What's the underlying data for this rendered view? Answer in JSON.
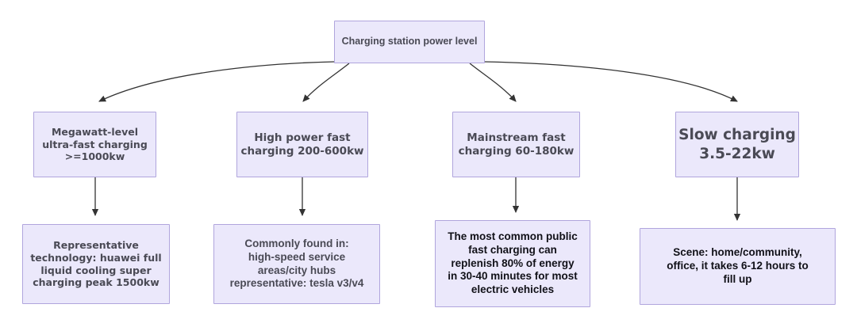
{
  "diagram": {
    "type": "flowchart",
    "direction": "top-down",
    "background_color": "#ffffff",
    "node_fill_color": "#ebe8fb",
    "node_border_color": "#b0a5dd",
    "node_text_color": "#4a4a55",
    "edge_color": "#333333",
    "root": {
      "id": "root",
      "label": "Charging station power level"
    },
    "levels": [
      {
        "name": "power-tiers",
        "nodes": [
          {
            "id": "megawatt",
            "label": "Megawatt-level\nultra-fast charging\n>=1000kw"
          },
          {
            "id": "highpower",
            "label": "High power fast\ncharging 200-600kw"
          },
          {
            "id": "mainstream",
            "label": "Mainstream fast\ncharging 60-180kw"
          },
          {
            "id": "slow",
            "label": "Slow charging\n3.5-22kw"
          }
        ]
      },
      {
        "name": "details",
        "nodes": [
          {
            "id": "rep-tech",
            "label": "Representative\ntechnology: huawei full\nliquid cooling super\ncharging peak 1500kw"
          },
          {
            "id": "commonly",
            "label": "Commonly found in:\nhigh-speed service\nareas/city hubs\nrepresentative: tesla v3/v4"
          },
          {
            "id": "most-common",
            "label": "The most common public\nfast charging can\nreplenish 80% of energy\nin 30-40 minutes for most\nelectric vehicles"
          },
          {
            "id": "scene",
            "label": "Scene: home/community,\noffice, it takes 6-12 hours to\nfill up"
          }
        ]
      }
    ],
    "edges": [
      {
        "from": "root",
        "to": "megawatt",
        "style": "curved-arrow"
      },
      {
        "from": "root",
        "to": "highpower",
        "style": "curved-arrow"
      },
      {
        "from": "root",
        "to": "mainstream",
        "style": "curved-arrow"
      },
      {
        "from": "root",
        "to": "slow",
        "style": "curved-arrow"
      },
      {
        "from": "megawatt",
        "to": "rep-tech",
        "style": "straight-arrow"
      },
      {
        "from": "highpower",
        "to": "commonly",
        "style": "straight-arrow"
      },
      {
        "from": "mainstream",
        "to": "most-common",
        "style": "straight-arrow"
      },
      {
        "from": "slow",
        "to": "scene",
        "style": "straight-arrow"
      }
    ]
  }
}
